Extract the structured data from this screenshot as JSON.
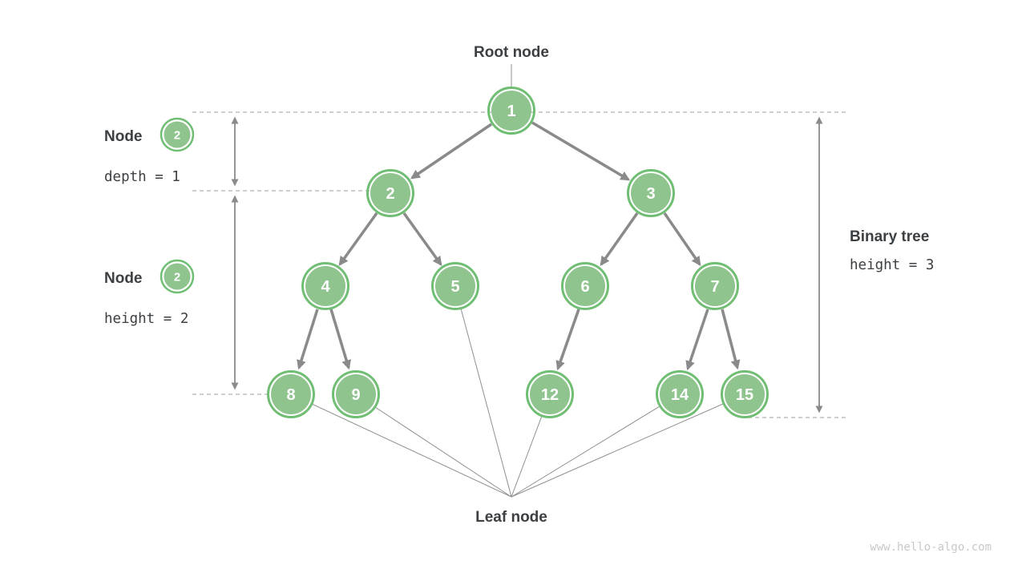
{
  "colors": {
    "node_fill": "#8FC48F",
    "node_ring": "#6FBE73",
    "edge": "#8A8A8A",
    "dashed_line": "#B0B0B0",
    "measure_arrow": "#8A8A8A",
    "thin_line": "#8F8F8F",
    "label_text": "#3C4043",
    "watermark_text": "#C9C9C9"
  },
  "labels": {
    "root_node": "Root node",
    "leaf_node": "Leaf node",
    "binary_tree_title": "Binary tree",
    "binary_tree_metric": "height = 3",
    "node_depth_title": "Node",
    "node_depth_badge": "2",
    "node_depth_metric": "depth = 1",
    "node_height_title": "Node",
    "node_height_badge": "2",
    "node_height_metric": "height = 2",
    "watermark": "www.hello-algo.com"
  },
  "tree": {
    "nodes": [
      {
        "value": "1",
        "level": 1
      },
      {
        "value": "2",
        "level": 2
      },
      {
        "value": "3",
        "level": 2
      },
      {
        "value": "4",
        "level": 3
      },
      {
        "value": "5",
        "level": 3
      },
      {
        "value": "6",
        "level": 3
      },
      {
        "value": "7",
        "level": 3
      },
      {
        "value": "8",
        "level": 4
      },
      {
        "value": "9",
        "level": 4
      },
      {
        "value": "12",
        "level": 4
      },
      {
        "value": "14",
        "level": 4
      },
      {
        "value": "15",
        "level": 4
      }
    ],
    "edges": [
      [
        "1",
        "2"
      ],
      [
        "1",
        "3"
      ],
      [
        "2",
        "4"
      ],
      [
        "2",
        "5"
      ],
      [
        "3",
        "6"
      ],
      [
        "3",
        "7"
      ],
      [
        "4",
        "8"
      ],
      [
        "4",
        "9"
      ],
      [
        "6",
        "12"
      ],
      [
        "7",
        "14"
      ],
      [
        "7",
        "15"
      ]
    ],
    "leaf_values": [
      "8",
      "9",
      "5",
      "12",
      "14",
      "15"
    ]
  }
}
